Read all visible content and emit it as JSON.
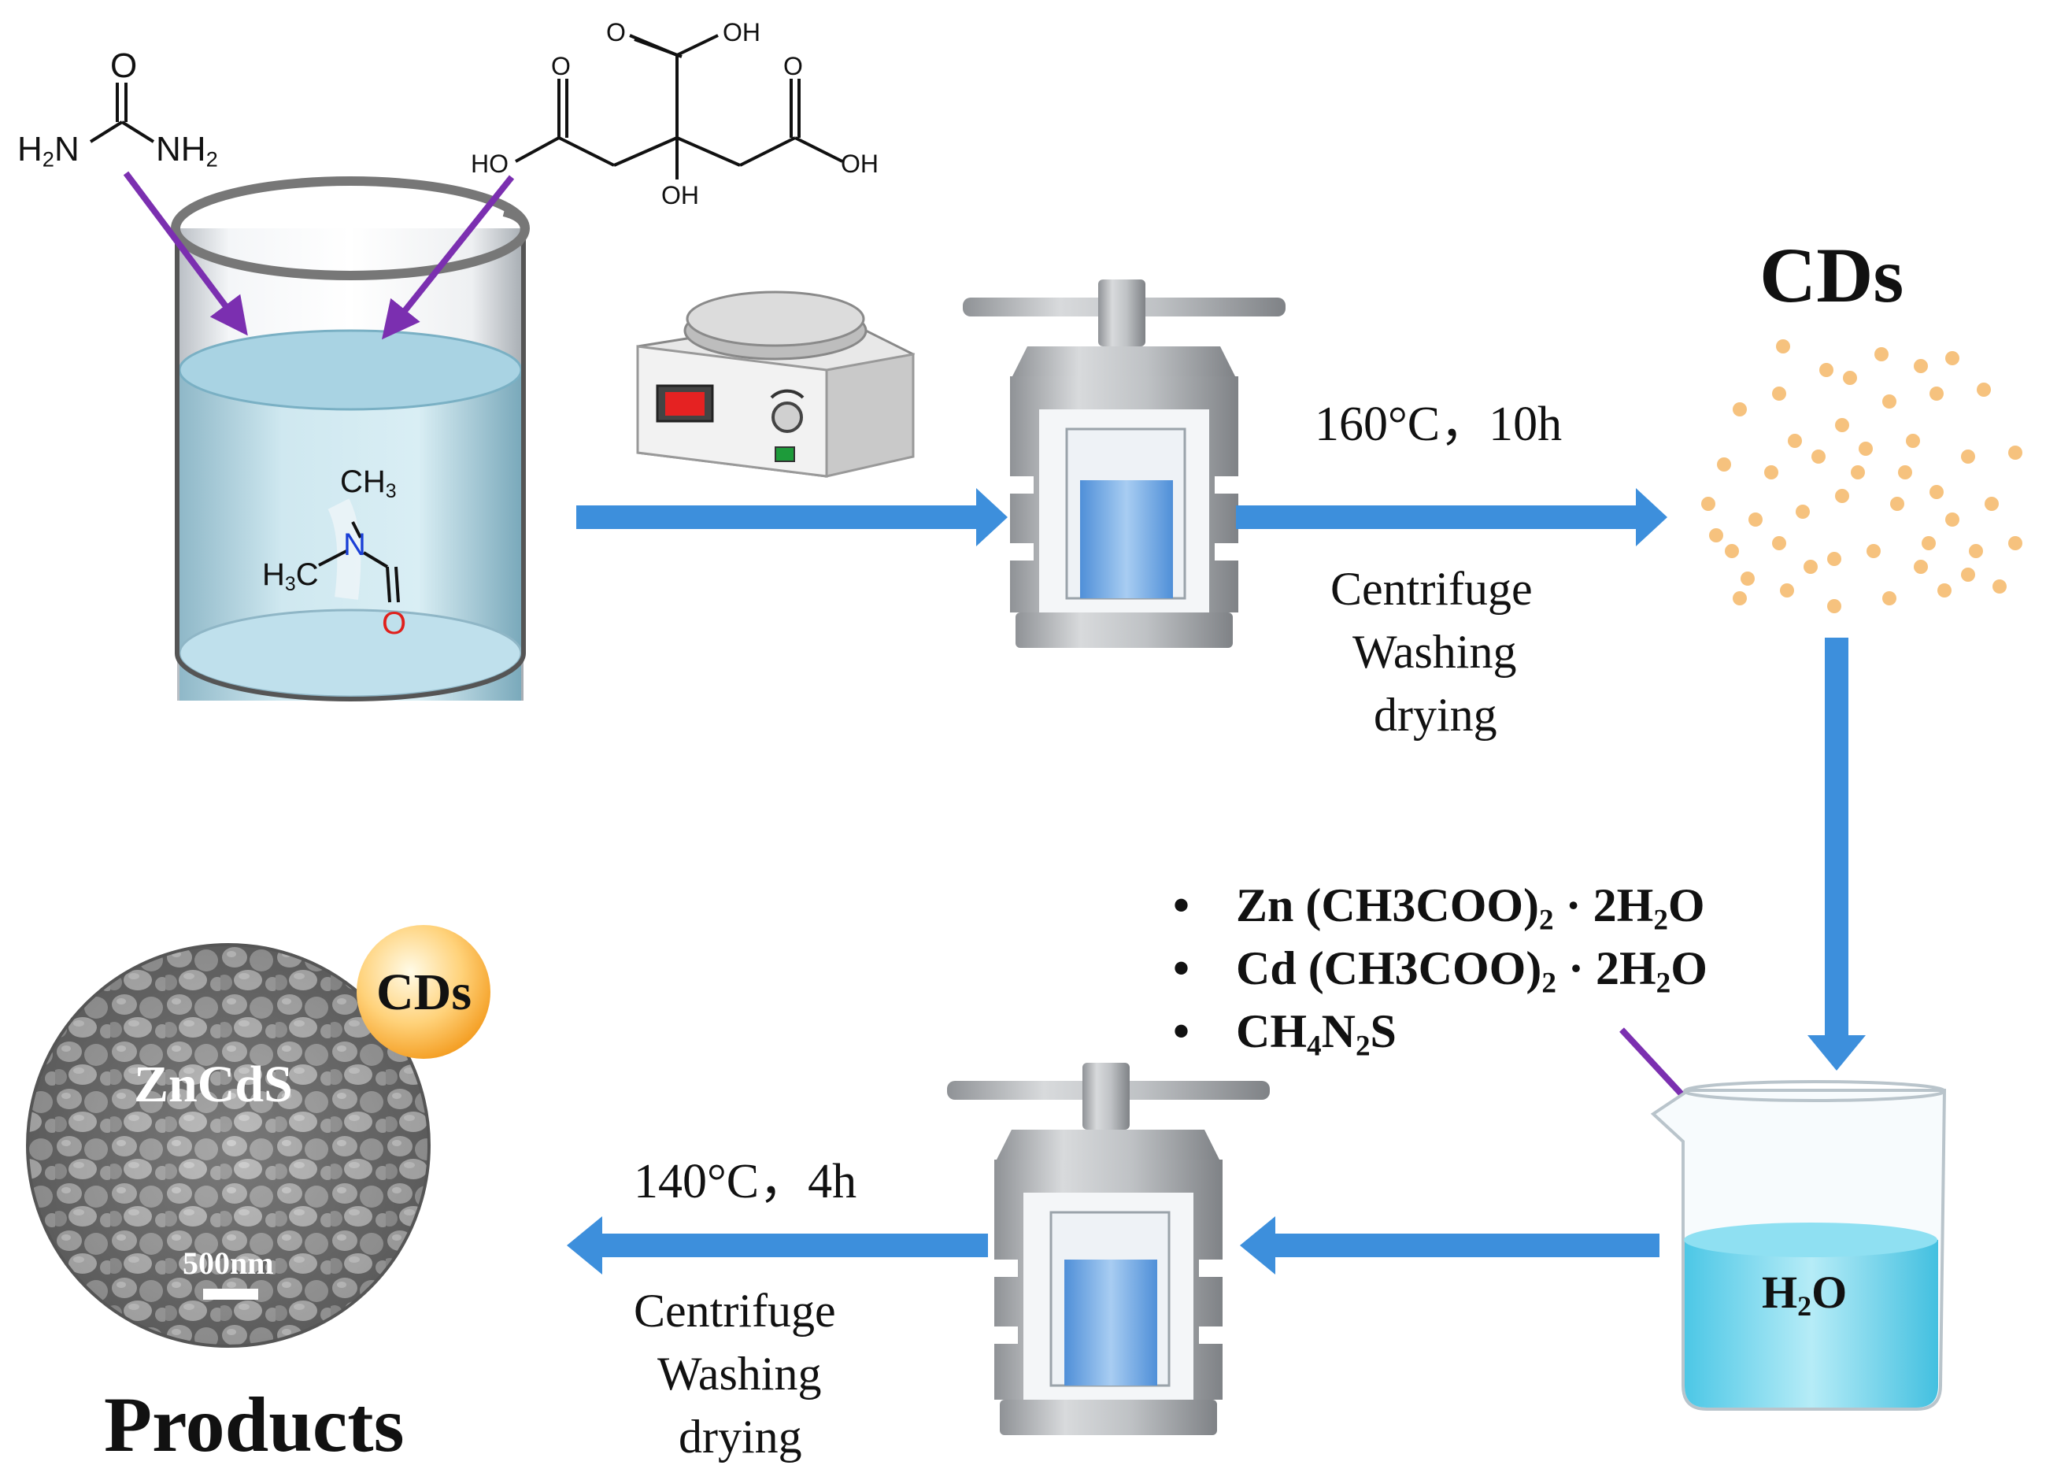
{
  "urea": {
    "o": "O",
    "left": "H2N",
    "right": "NH2"
  },
  "citric": {
    "oh_top": "OH",
    "o_top": "O",
    "o_left": "O",
    "o_right": "O",
    "ho_left": "HO",
    "oh_right": "OH",
    "oh_bottom": "OH"
  },
  "dmf": {
    "ch3_top": "CH3",
    "n": "N",
    "h3c": "H3C",
    "o": "O"
  },
  "cds_title": "CDs",
  "step1": {
    "condition": "160°C，10h",
    "line1": "Centrifuge",
    "line2": "Washing",
    "line3": "drying"
  },
  "reagents": [
    {
      "bullet": "•",
      "name": "Zn (CH3COO)2 · 2H2O"
    },
    {
      "bullet": "•",
      "name": "Cd (CH3COO)2 · 2H2O"
    },
    {
      "bullet": "•",
      "name": "CH4N2S"
    }
  ],
  "beaker2_label": "H2O",
  "step2": {
    "condition": "140°C，4h",
    "line1": "Centrifuge",
    "line2": "Washing",
    "line3": "drying"
  },
  "product": {
    "label": "ZnCdS",
    "badge": "CDs",
    "scale_bar": "500nm",
    "title": "Products"
  },
  "colors": {
    "arrow": "#3d8fdc",
    "reagent_arrow": "#7b2fb0",
    "dot": "#f6c27e",
    "water": "#6cd5ec",
    "dmf_o": "#e0201c",
    "dmf_n": "#1a3fd6"
  }
}
